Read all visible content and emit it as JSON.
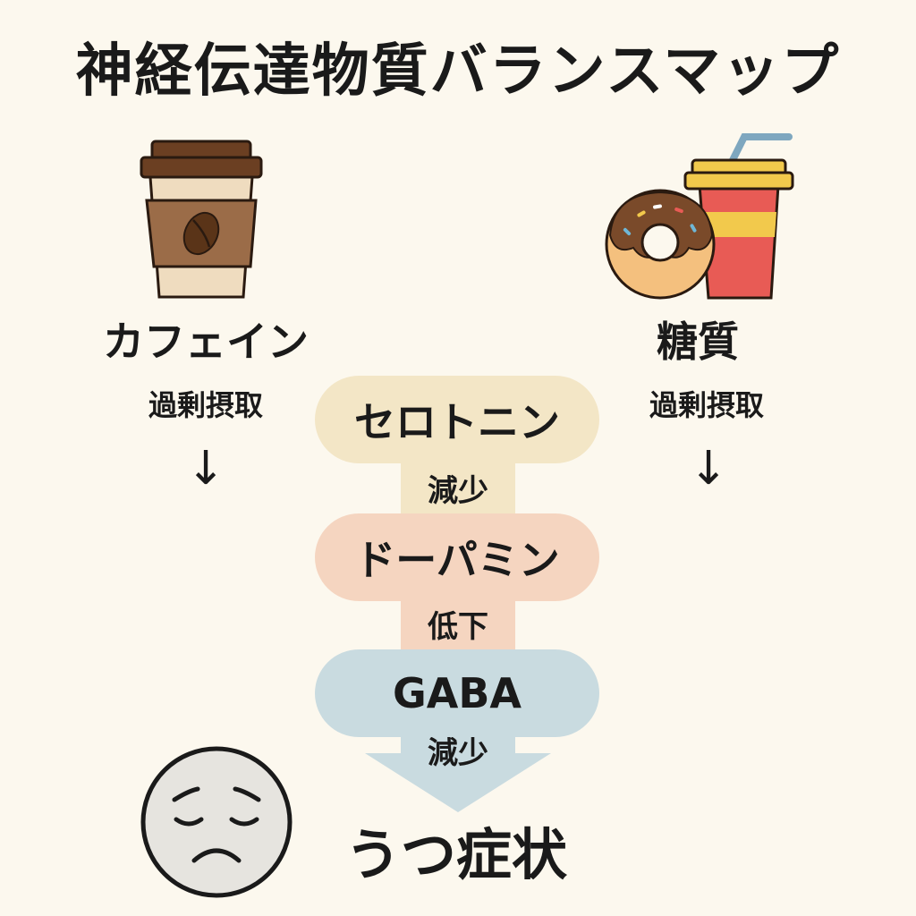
{
  "title": "神経伝達物質バランスマップ",
  "left": {
    "name": "カフェイン",
    "action": "過剰摂取",
    "arrow": "↓",
    "icon": "coffee-cup-icon"
  },
  "right": {
    "name": "糖質",
    "action": "過剰摂取",
    "arrow": "↓",
    "icon": "donut-and-soda-icon"
  },
  "chain": [
    {
      "name": "セロトニン",
      "effect": "減少",
      "color": "#f3e6c6"
    },
    {
      "name": "ドーパミン",
      "effect": "低下",
      "color": "#f5d5c0"
    },
    {
      "name": "GABA",
      "effect": "減少",
      "color": "#c9dbe0"
    }
  ],
  "result": "うつ症状",
  "result_icon": "sad-face-icon"
}
